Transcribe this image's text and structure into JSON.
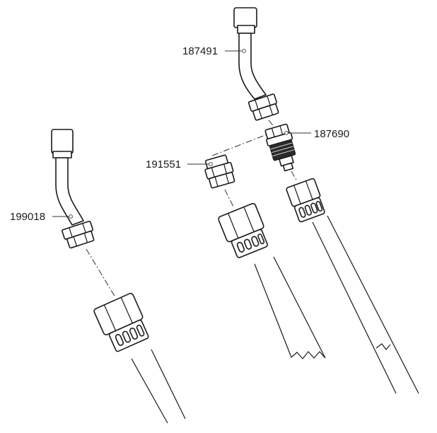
{
  "diagram": {
    "callouts": [
      {
        "id": "c1",
        "label": "187491"
      },
      {
        "id": "c2",
        "label": "187690"
      },
      {
        "id": "c3",
        "label": "191551"
      },
      {
        "id": "c4",
        "label": "199018"
      }
    ]
  }
}
